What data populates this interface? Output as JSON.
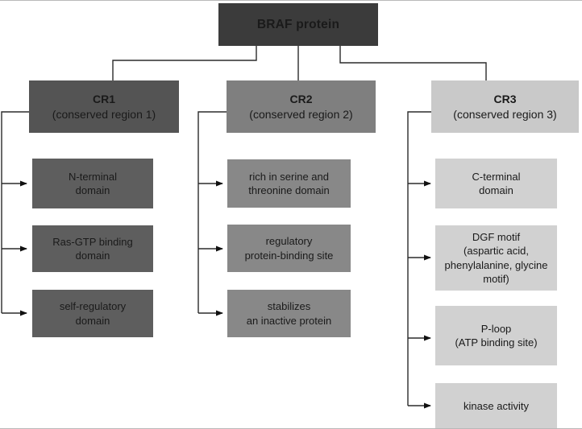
{
  "figure": {
    "title": "BRAF protein domain structure diagram",
    "line_color": "#2b2b2b",
    "root": {
      "label": "BRAF protein",
      "fill": "#3b3b3b"
    },
    "branches": [
      {
        "title": "CR1",
        "subtitle": "(conserved region 1)",
        "header_fill": "#545454",
        "item_fill": "#5e5e5e",
        "items": [
          {
            "label": "N-terminal\ndomain"
          },
          {
            "label": "Ras-GTP binding\ndomain"
          },
          {
            "label": "self-regulatory\ndomain"
          }
        ]
      },
      {
        "title": "CR2",
        "subtitle": "(conserved region 2)",
        "header_fill": "#7f7f7f",
        "item_fill": "#888888",
        "items": [
          {
            "label": "rich in serine and\nthreonine domain"
          },
          {
            "label": "regulatory\nprotein-binding site"
          },
          {
            "label": "stabilizes\nan inactive protein"
          }
        ]
      },
      {
        "title": "CR3",
        "subtitle": "(conserved region 3)",
        "header_fill": "#c9c9c9",
        "item_fill": "#d1d1d1",
        "items": [
          {
            "label": "C-terminal\ndomain"
          },
          {
            "label": "DGF motif\n(aspartic acid,\nphenylalanine, glycine\nmotif)"
          },
          {
            "label": "P-loop\n(ATP binding site)"
          },
          {
            "label": "kinase activity"
          }
        ]
      }
    ]
  }
}
